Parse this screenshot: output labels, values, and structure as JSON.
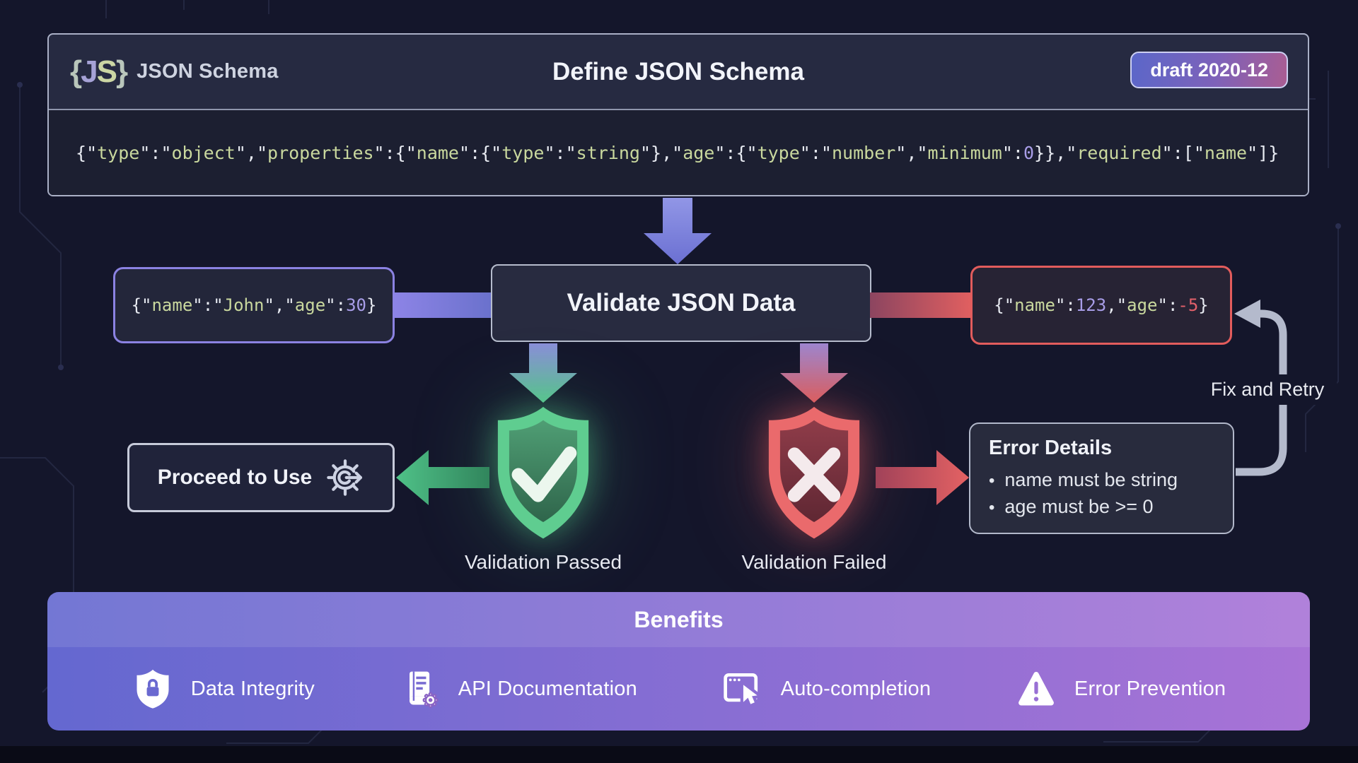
{
  "colors": {
    "page_bg": "#14162b",
    "panel_bg": "#262a41",
    "code_bg": "#1c1f31",
    "panel_border": "#aab0c6",
    "accent_purple": "#7d82da",
    "valid_border": "#8b82e2",
    "invalid_border": "#e25c5c",
    "success_green": "#57c98a",
    "error_red": "#e05c5c",
    "code_string": "#c9d89e",
    "code_number": "#a89de8",
    "code_negative": "#e2606a",
    "loop_gray": "#b4bacc",
    "badge_start": "#5b67c9",
    "badge_end": "#aa5d92",
    "benefits_start": "#6468d0",
    "benefits_end": "#a873d6"
  },
  "header": {
    "logo": {
      "open": "{",
      "js_j": "J",
      "js_s": "S",
      "close": "}"
    },
    "brand": "JSON Schema",
    "title": "Define JSON Schema",
    "badge": "draft 2020-12",
    "schema_code": "{\"type\":\"object\",\"properties\":{\"name\":{\"type\":\"string\"},\"age\":{\"type\":\"number\",\"minimum\":0}},\"required\":[\"name\"]}"
  },
  "flow": {
    "validate_title": "Validate JSON Data",
    "valid_json": "{\"name\":\"John\",\"age\":30}",
    "invalid_json": "{\"name\":123,\"age\":-5}",
    "passed_label": "Validation Passed",
    "failed_label": "Validation Failed",
    "proceed_label": "Proceed to Use",
    "error_details": {
      "title": "Error Details",
      "bullet": "•",
      "items": [
        "name must be string",
        "age must be >= 0"
      ]
    },
    "fix_retry_label": "Fix and Retry"
  },
  "benefits": {
    "title": "Benefits",
    "items": [
      {
        "label": "Data Integrity",
        "icon": "shield-lock-icon"
      },
      {
        "label": "API Documentation",
        "icon": "book-gear-icon"
      },
      {
        "label": "Auto-completion",
        "icon": "browser-cursor-icon"
      },
      {
        "label": "Error Prevention",
        "icon": "warning-triangle-icon"
      }
    ]
  }
}
